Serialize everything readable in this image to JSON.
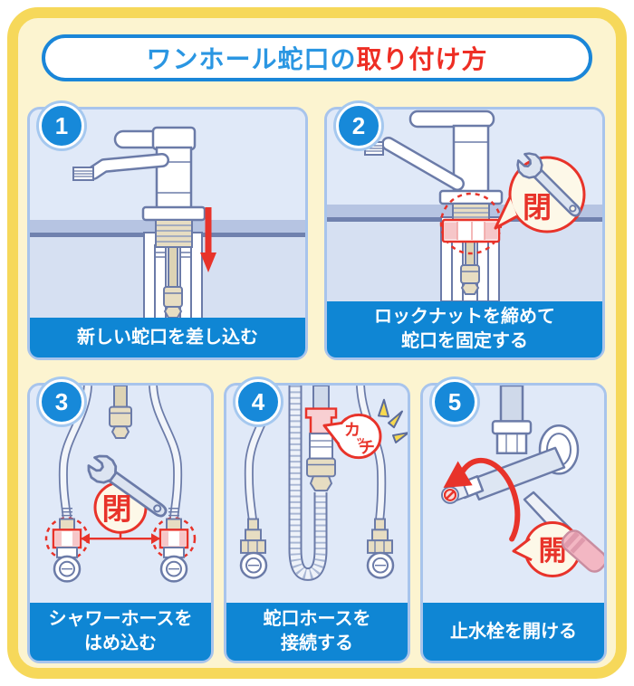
{
  "title": {
    "prefix": "ワンホール蛇口の",
    "suffix": "取り付け方"
  },
  "steps": [
    {
      "number": "1",
      "lines": [
        "新しい蛇口を差し込む"
      ]
    },
    {
      "number": "2",
      "lines": [
        "ロックナットを締めて",
        "蛇口を固定する"
      ],
      "bubble_label": "閉"
    },
    {
      "number": "3",
      "lines": [
        "シャワーホースを",
        "はめ込む"
      ],
      "bubble_label": "閉"
    },
    {
      "number": "4",
      "lines": [
        "蛇口ホースを",
        "接続する"
      ],
      "click_label": [
        "カ",
        "ッ",
        "チ"
      ]
    },
    {
      "number": "5",
      "lines": [
        "止水栓を開ける"
      ],
      "bubble_label": "開"
    }
  ],
  "colors": {
    "board_fill": "#fcf4d0",
    "board_border": "#f6d85a",
    "caption_blue": "#0f86d4",
    "badge_blue": "#1789d9",
    "title_blue": "#2a96e2",
    "accent_red": "#e8332a",
    "panel_bg": "#e0e9f8",
    "panel_border": "#a8c4ec",
    "line_outline": "#6b7ba8",
    "bubble_cream": "#fdf8e8"
  }
}
